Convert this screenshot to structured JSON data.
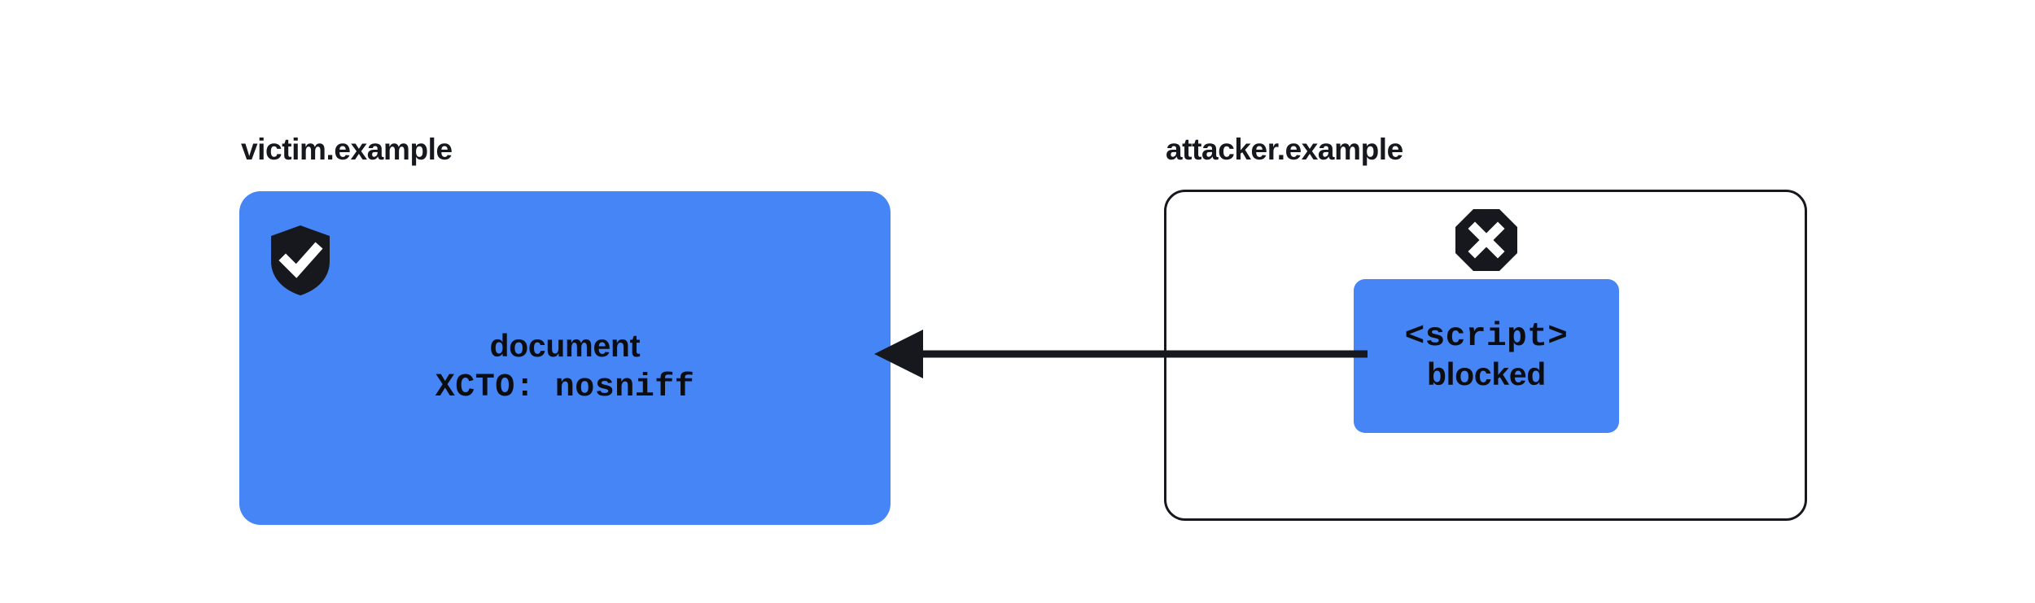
{
  "diagram": {
    "type": "flow",
    "background_color": "#ffffff",
    "accent_color": "#4585f6",
    "ink_color": "#16181d",
    "victim": {
      "origin_label": "victim.example",
      "status_icon": "shield-check-icon",
      "document_label": "document",
      "header_label": "XCTO: nosniff",
      "fill_color": "#4585f6"
    },
    "attacker": {
      "origin_label": "attacker.example",
      "status_icon": "octagon-x-icon",
      "script_tag_label": "<script>",
      "script_state_label": "blocked",
      "chip_fill_color": "#4585f6",
      "border_color": "#16181d"
    },
    "arrow": {
      "name": "blocked-request-arrow",
      "direction": "right-to-left",
      "from": "attacker.example",
      "to": "victim.example",
      "color": "#16181d"
    }
  }
}
